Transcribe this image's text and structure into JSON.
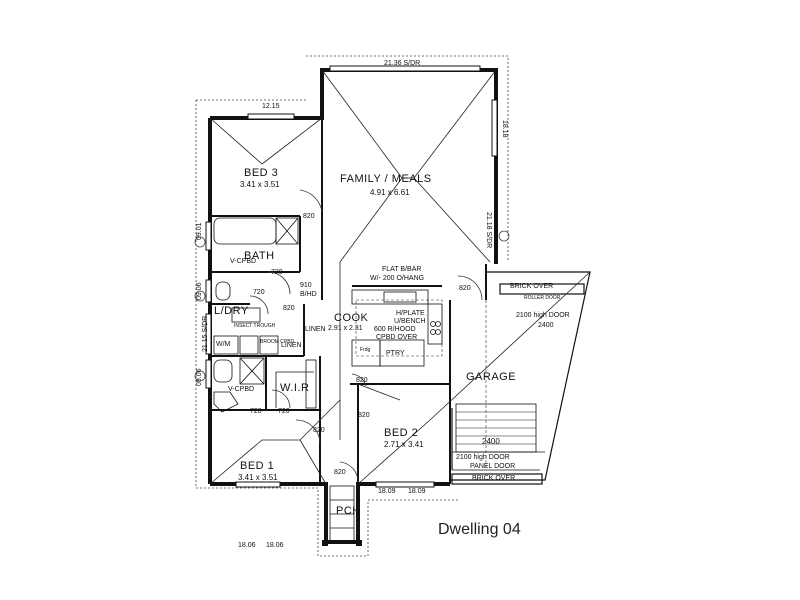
{
  "title": "Dwelling 04",
  "rooms": {
    "family": {
      "name": "FAMILY / MEALS",
      "size": "4.91 x 6.61"
    },
    "bed3": {
      "name": "BED 3",
      "size": "3.41 x 3.51"
    },
    "bath": {
      "name": "BATH",
      "cpbd": "V-CPBD"
    },
    "laundry": {
      "name": "L/DRY",
      "trough": "INSECT TROUGH",
      "wm": "W/M",
      "cpbd": "BROOM CPBD"
    },
    "linen1": {
      "name": "LINEN"
    },
    "linen2": {
      "name": "LINEN"
    },
    "cook": {
      "name": "COOK",
      "size": "2.91 x 2.31"
    },
    "wir": {
      "name": "W.I.R"
    },
    "ens": {
      "cpbd": "V-CPBD"
    },
    "bed1": {
      "name": "BED 1",
      "size": "3.41 x 3.51"
    },
    "bed2": {
      "name": "BED 2",
      "size": "2.71 x 3.41"
    },
    "garage": {
      "name": "GARAGE"
    },
    "porch": {
      "name": "PCH"
    },
    "pantry": {
      "name": "PTRY"
    },
    "fridge": {
      "name": "Frdg"
    }
  },
  "kitchen_notes": {
    "bar": "FLAT B/BAR",
    "bar_hang": "W/- 200 O/HANG",
    "plate": "H/PLATE",
    "bench": "U/BENCH",
    "hood": "600 R/HOOD",
    "cpbd": "CPBD OVER"
  },
  "garage_notes": {
    "brick_top": "BRICK OVER",
    "roller": "ROLLER DOOR",
    "high_door": "2100 high DOOR",
    "width_top": "2400",
    "width_bottom": "2400",
    "panel_high": "2100 high DOOR",
    "panel": "PANEL DOOR",
    "brick_bottom": "BRICK OVER"
  },
  "windows": {
    "top": "21.36 S/DR",
    "bed3_top": "12.15",
    "family_right": "18.18",
    "family_side": "21.18 S/DR",
    "bath_side": "09.01",
    "ldry_side": "09.06",
    "hall_side": "21.15 S/DR",
    "ens_side": "09.06",
    "bed2_a": "18.09",
    "bed2_b": "18.09",
    "bed1_a": "18.06",
    "bed1_b": "18.06"
  },
  "doors": {
    "d1": "820",
    "d2": "720",
    "d3": "720",
    "d4": "820",
    "d5": "820",
    "d6": "820",
    "d7": "720",
    "d8": "720",
    "d9": "820",
    "d10": "820",
    "d11": "820",
    "hall": "910",
    "hall_sub": "B/HD"
  }
}
